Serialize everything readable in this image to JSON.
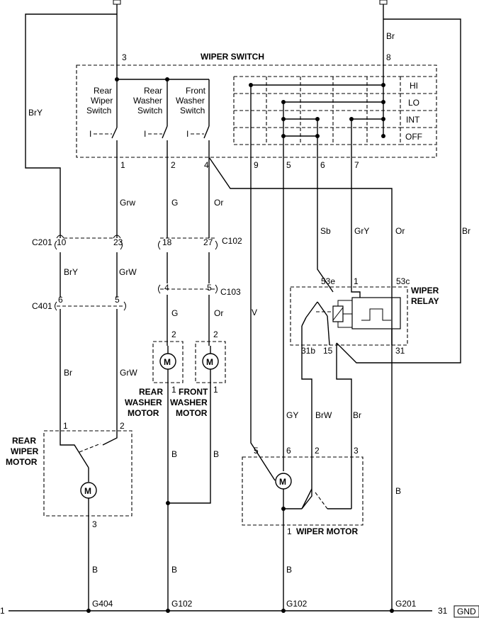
{
  "wiper_switch": {
    "title": "WIPER SWITCH",
    "switches": [
      {
        "line1": "Rear",
        "line2": "Wiper",
        "line3": "Switch"
      },
      {
        "line1": "Rear",
        "line2": "Washer",
        "line3": "Switch"
      },
      {
        "line1": "Front",
        "line2": "Washer",
        "line3": "Switch"
      }
    ],
    "modes": [
      "HI",
      "LO",
      "INT",
      "OFF"
    ],
    "pin_top_left": "3",
    "pin_top_right": "8",
    "pins_bottom": [
      "1",
      "2",
      "4",
      "9",
      "5",
      "6",
      "7"
    ]
  },
  "wires": {
    "bry_top": "BrY",
    "br_top": "Br",
    "grw_lower": "Grw",
    "g_upper": "G",
    "or_upper": "Or",
    "sb": "Sb",
    "gry": "GrY",
    "or_right": "Or",
    "br_far_right": "Br",
    "bry_mid": "BrY",
    "grw_mid": "GrW",
    "g_lower": "G",
    "or_lower": "Or",
    "v": "V",
    "br_rear": "Br",
    "grw_rear": "GrW",
    "gy": "GY",
    "brw": "BrW",
    "br_relay": "Br",
    "b_right": "B",
    "b_rear_washer": "B",
    "b_front_washer": "B",
    "b_g404": "B",
    "b_g102": "B",
    "b_wiper": "B"
  },
  "connectors": {
    "c201": {
      "label": "C201",
      "pin_left": "10",
      "pin_right": "23"
    },
    "c102": {
      "label": "C102",
      "pin_left": "18",
      "pin_right": "27"
    },
    "c103": {
      "label": "C103",
      "pin_left": "4",
      "pin_right": "5"
    },
    "c401": {
      "label": "C401",
      "pin_left": "6",
      "pin_right": "5"
    }
  },
  "washer_motors": {
    "rear_pin_top": "2",
    "front_pin_top": "2",
    "rear_pin_bottom": "1",
    "front_pin_bottom": "1",
    "motor_symbol": "M",
    "rear_label": [
      "REAR",
      "WASHER",
      "MOTOR"
    ],
    "front_label": [
      "FRONT",
      "WASHER",
      "MOTOR"
    ]
  },
  "wiper_relay": {
    "title_line1": "WIPER",
    "title_line2": "RELAY",
    "pins": [
      "53e",
      "1",
      "53c",
      "31b",
      "15",
      "31"
    ]
  },
  "rear_wiper_motor": {
    "label": [
      "REAR",
      "WIPER",
      "MOTOR"
    ],
    "pin_left": "1",
    "pin_right": "2",
    "pin_bottom": "3",
    "motor_symbol": "M"
  },
  "wiper_motor": {
    "label": "WIPER MOTOR",
    "pins": [
      "5",
      "6",
      "2",
      "3"
    ],
    "pin_bottom": "1",
    "motor_symbol": "M"
  },
  "grounds": {
    "g404": "G404",
    "g102a": "G102",
    "g102b": "G102",
    "g201": "G201",
    "left_num": "1",
    "right_num": "31",
    "gnd": "GND"
  }
}
